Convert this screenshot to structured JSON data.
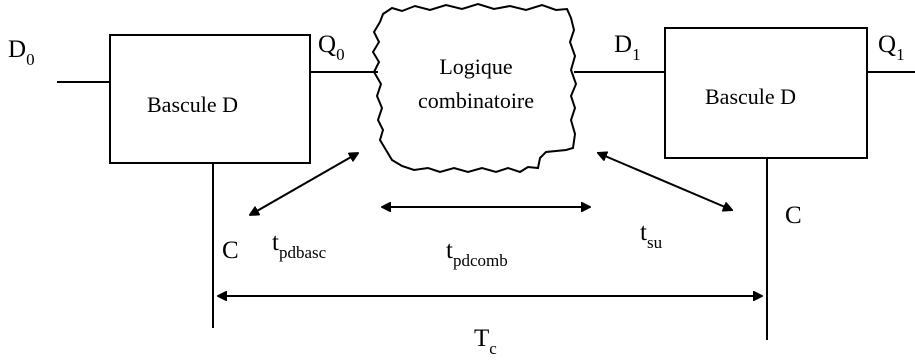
{
  "blocks": {
    "flipflop_left": "Bascule D",
    "flipflop_right": "Bascule D",
    "logic_line1": "Logique",
    "logic_line2": "combinatoire"
  },
  "signals": {
    "d0_main": "D",
    "d0_sub": "0",
    "q0_main": "Q",
    "q0_sub": "0",
    "d1_main": "D",
    "d1_sub": "1",
    "q1_main": "Q",
    "q1_sub": "1",
    "clock_left": "C",
    "clock_right": "C"
  },
  "timings": {
    "tpdbasc_main": "t",
    "tpdbasc_sub": "pdbasc",
    "tpdcomb_main": "t",
    "tpdcomb_sub": "pdcomb",
    "tsu_main": "t",
    "tsu_sub": "su",
    "tc_main": "T",
    "tc_sub": "c"
  }
}
